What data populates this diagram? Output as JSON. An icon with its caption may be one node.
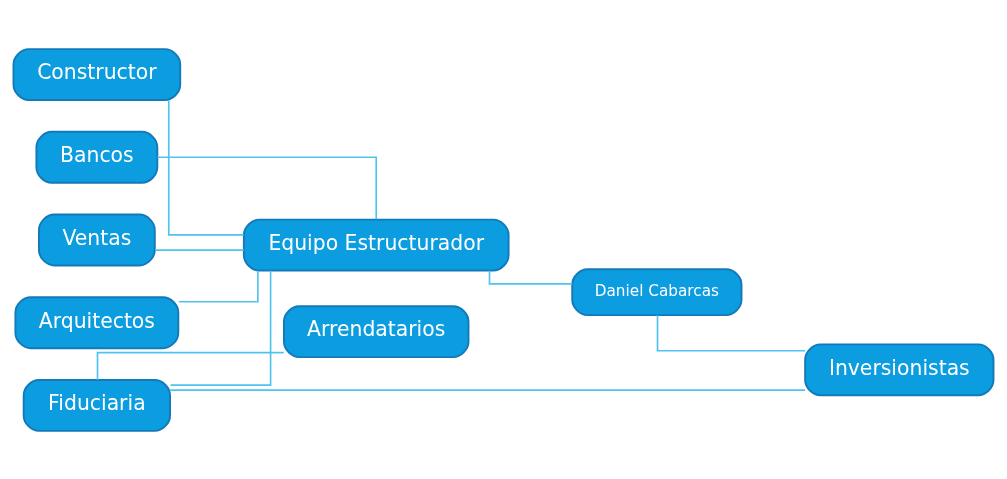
{
  "diagram": {
    "nodes": [
      {
        "text": [
          "Constructor"
        ]
      },
      {
        "text": [
          "Bancos"
        ]
      },
      {
        "text": [
          "Ventas"
        ]
      },
      {
        "text": [
          "Arquitectos"
        ]
      },
      {
        "text": [
          "Fiduciaria"
        ]
      },
      {
        "text": [
          "Equipo Estructurador"
        ]
      },
      {
        "text": [
          "Daniel Cabarcas"
        ]
      },
      {
        "text": [
          "Arrendatarios"
        ]
      },
      {
        "text": [
          "Inversionistas"
        ]
      }
    ],
    "edges": [
      {
        "from": 0,
        "to": 5,
        "arrow": "none"
      },
      {
        "from": 1,
        "to": 5,
        "arrow": "none"
      },
      {
        "from": 2,
        "to": 5,
        "arrow": "none"
      },
      {
        "from": 3,
        "to": 5,
        "arrow": "none"
      },
      {
        "from": 4,
        "to": 5,
        "arrow": "none"
      },
      {
        "from": 4,
        "to": 7,
        "arrow": "none"
      },
      {
        "from": 4,
        "to": 8,
        "arrow": "none"
      },
      {
        "from": 5,
        "to": 6,
        "arrow": "none"
      },
      {
        "from": 6,
        "to": 8,
        "arrow": "none"
      }
    ]
  }
}
